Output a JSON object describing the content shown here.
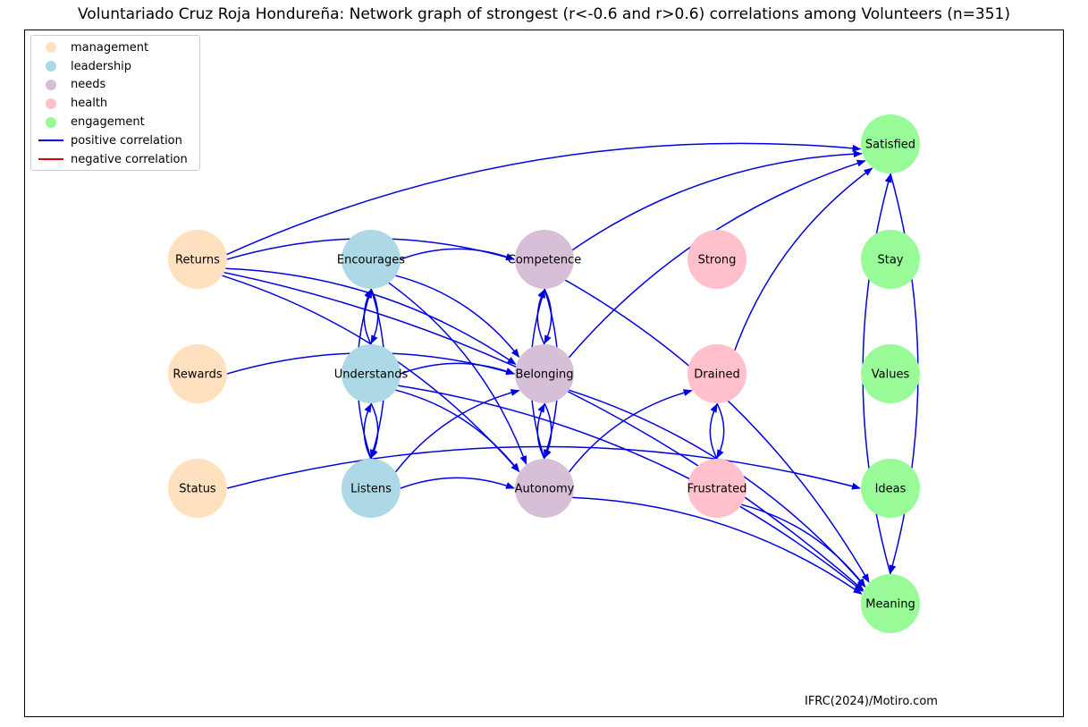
{
  "title": "Voluntariado Cruz Roja Hondureña: Network graph of strongest (r<-0.6 and r>0.6) correlations among Volunteers (n=351)",
  "credit": "IFRC(2024)/Motiro.com",
  "colors": {
    "management": "#ffe1c0",
    "leadership": "#add8e6",
    "needs": "#d8bfd8",
    "health": "#ffc0cb",
    "engagement": "#98fb98",
    "positive": "#0000e0",
    "negative": "#e00000"
  },
  "legend": [
    {
      "label": "management",
      "kind": "dot",
      "color_key": "management"
    },
    {
      "label": "leadership",
      "kind": "dot",
      "color_key": "leadership"
    },
    {
      "label": "needs",
      "kind": "dot",
      "color_key": "needs"
    },
    {
      "label": "health",
      "kind": "dot",
      "color_key": "health"
    },
    {
      "label": "engagement",
      "kind": "dot",
      "color_key": "engagement"
    },
    {
      "label": "positive correlation",
      "kind": "line",
      "color_key": "positive"
    },
    {
      "label": "negative correlation",
      "kind": "line",
      "color_key": "negative"
    }
  ],
  "nodes": [
    {
      "id": "Returns",
      "label": "Returns",
      "group": "management"
    },
    {
      "id": "Rewards",
      "label": "Rewards",
      "group": "management"
    },
    {
      "id": "Status",
      "label": "Status",
      "group": "management"
    },
    {
      "id": "Encourages",
      "label": "Encourages",
      "group": "leadership"
    },
    {
      "id": "Understands",
      "label": "Understands",
      "group": "leadership"
    },
    {
      "id": "Listens",
      "label": "Listens",
      "group": "leadership"
    },
    {
      "id": "Competence",
      "label": "Competence",
      "group": "needs"
    },
    {
      "id": "Belonging",
      "label": "Belonging",
      "group": "needs"
    },
    {
      "id": "Autonomy",
      "label": "Autonomy",
      "group": "needs"
    },
    {
      "id": "Strong",
      "label": "Strong",
      "group": "health"
    },
    {
      "id": "Drained",
      "label": "Drained",
      "group": "health"
    },
    {
      "id": "Frustrated",
      "label": "Frustrated",
      "group": "health"
    },
    {
      "id": "Satisfied",
      "label": "Satisfied",
      "group": "engagement"
    },
    {
      "id": "Stay",
      "label": "Stay",
      "group": "engagement"
    },
    {
      "id": "Values",
      "label": "Values",
      "group": "engagement"
    },
    {
      "id": "Ideas",
      "label": "Ideas",
      "group": "engagement"
    },
    {
      "id": "Meaning",
      "label": "Meaning",
      "group": "engagement"
    }
  ],
  "edges": [
    {
      "from": "Returns",
      "to": "Competence",
      "sign": "positive"
    },
    {
      "from": "Returns",
      "to": "Satisfied",
      "sign": "positive"
    },
    {
      "from": "Returns",
      "to": "Belonging",
      "sign": "positive"
    },
    {
      "from": "Returns",
      "to": "Autonomy",
      "sign": "positive"
    },
    {
      "from": "Returns",
      "to": "Meaning",
      "sign": "positive"
    },
    {
      "from": "Rewards",
      "to": "Belonging",
      "sign": "positive"
    },
    {
      "from": "Status",
      "to": "Ideas",
      "sign": "positive"
    },
    {
      "from": "Encourages",
      "to": "Understands",
      "sign": "positive"
    },
    {
      "from": "Understands",
      "to": "Encourages",
      "sign": "positive"
    },
    {
      "from": "Encourages",
      "to": "Listens",
      "sign": "positive"
    },
    {
      "from": "Listens",
      "to": "Encourages",
      "sign": "positive"
    },
    {
      "from": "Understands",
      "to": "Listens",
      "sign": "positive"
    },
    {
      "from": "Listens",
      "to": "Understands",
      "sign": "positive"
    },
    {
      "from": "Encourages",
      "to": "Competence",
      "sign": "positive"
    },
    {
      "from": "Encourages",
      "to": "Belonging",
      "sign": "positive"
    },
    {
      "from": "Encourages",
      "to": "Autonomy",
      "sign": "positive"
    },
    {
      "from": "Understands",
      "to": "Belonging",
      "sign": "positive"
    },
    {
      "from": "Understands",
      "to": "Autonomy",
      "sign": "positive"
    },
    {
      "from": "Understands",
      "to": "Meaning",
      "sign": "positive"
    },
    {
      "from": "Listens",
      "to": "Belonging",
      "sign": "positive"
    },
    {
      "from": "Listens",
      "to": "Autonomy",
      "sign": "positive"
    },
    {
      "from": "Competence",
      "to": "Belonging",
      "sign": "positive"
    },
    {
      "from": "Belonging",
      "to": "Competence",
      "sign": "positive"
    },
    {
      "from": "Competence",
      "to": "Autonomy",
      "sign": "positive"
    },
    {
      "from": "Autonomy",
      "to": "Competence",
      "sign": "positive"
    },
    {
      "from": "Belonging",
      "to": "Autonomy",
      "sign": "positive"
    },
    {
      "from": "Autonomy",
      "to": "Belonging",
      "sign": "positive"
    },
    {
      "from": "Competence",
      "to": "Satisfied",
      "sign": "positive"
    },
    {
      "from": "Competence",
      "to": "Meaning",
      "sign": "positive"
    },
    {
      "from": "Belonging",
      "to": "Satisfied",
      "sign": "positive"
    },
    {
      "from": "Belonging",
      "to": "Meaning",
      "sign": "positive"
    },
    {
      "from": "Autonomy",
      "to": "Meaning",
      "sign": "positive"
    },
    {
      "from": "Autonomy",
      "to": "Drained",
      "sign": "positive"
    },
    {
      "from": "Drained",
      "to": "Satisfied",
      "sign": "positive"
    },
    {
      "from": "Drained",
      "to": "Frustrated",
      "sign": "positive"
    },
    {
      "from": "Frustrated",
      "to": "Drained",
      "sign": "positive"
    },
    {
      "from": "Frustrated",
      "to": "Meaning",
      "sign": "positive"
    },
    {
      "from": "Satisfied",
      "to": "Meaning",
      "sign": "positive"
    },
    {
      "from": "Meaning",
      "to": "Satisfied",
      "sign": "positive"
    }
  ]
}
